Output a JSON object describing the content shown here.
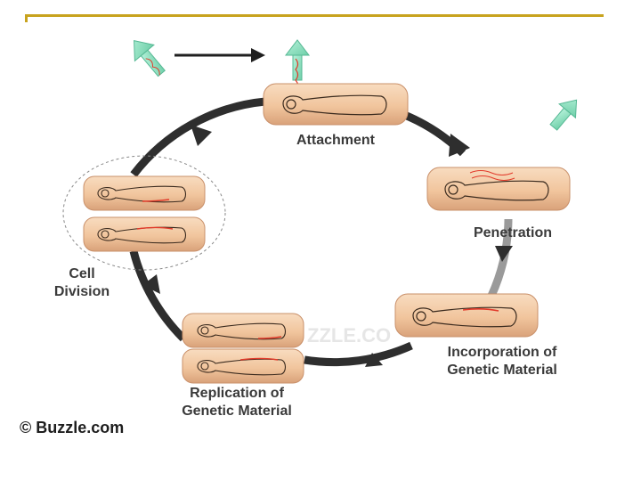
{
  "stages": {
    "attachment": "Attachment",
    "penetration": "Penetration",
    "incorporation_line1": "Incorporation of",
    "incorporation_line2": "Genetic Material",
    "replication_line1": "Replication of",
    "replication_line2": "Genetic Material",
    "division_line1": "Cell",
    "division_line2": "Division"
  },
  "watermark": "ZZLE.CO",
  "copyright": "© Buzzle.com",
  "colors": {
    "rule": "#c8a31e",
    "cycle_arrow": "#2e2e2e",
    "cell_fill": "#f1c59d",
    "cell_edge": "#c9906a",
    "phage": "#8fe3c2",
    "viral_dna": "#e23a2a"
  }
}
